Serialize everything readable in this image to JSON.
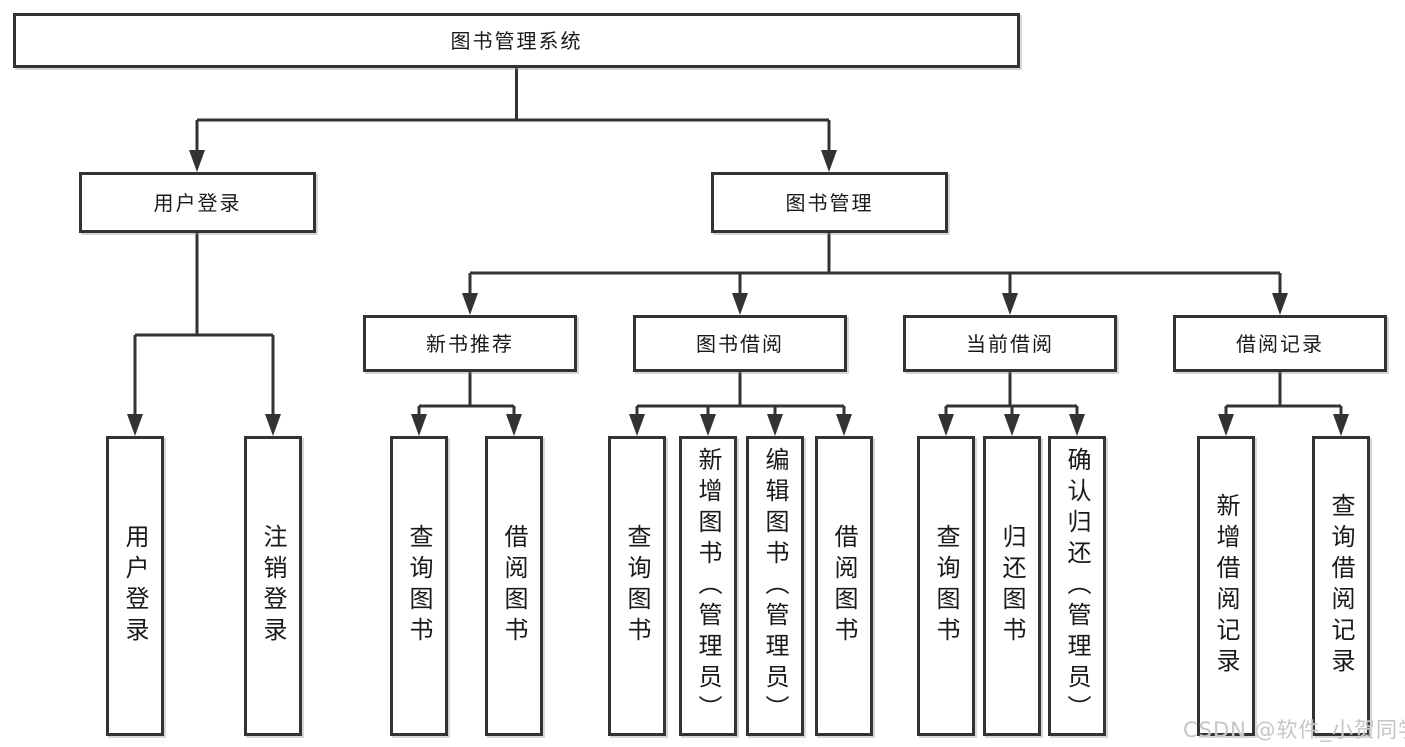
{
  "tree": {
    "root": {
      "label": "图书管理系统"
    },
    "level2": [
      {
        "id": "user-login",
        "label": "用户登录"
      },
      {
        "id": "book-management",
        "label": "图书管理"
      }
    ],
    "level3": [
      {
        "id": "new-book-recommend",
        "label": "新书推荐"
      },
      {
        "id": "book-borrowing",
        "label": "图书借阅"
      },
      {
        "id": "current-borrowing",
        "label": "当前借阅"
      },
      {
        "id": "borrow-records",
        "label": "借阅记录"
      }
    ],
    "leaves": {
      "user_login": [
        "用户登录",
        "注销登录"
      ],
      "new_book": [
        "查询图书",
        "借阅图书"
      ],
      "book_borrow": [
        "查询图书",
        "新增图书（管理员）",
        "编辑图书（管理员）",
        "借阅图书"
      ],
      "current_borrow": [
        "查询图书",
        "归还图书",
        "确认归还（管理员）"
      ],
      "record": [
        "新增借阅记录",
        "查询借阅记录"
      ]
    }
  },
  "watermark": "CSDN @软件_小贺同学",
  "colors": {
    "line": "#333333",
    "text": "#1a1a1a",
    "watermark": "#c6c6c6",
    "background": "#ffffff"
  }
}
